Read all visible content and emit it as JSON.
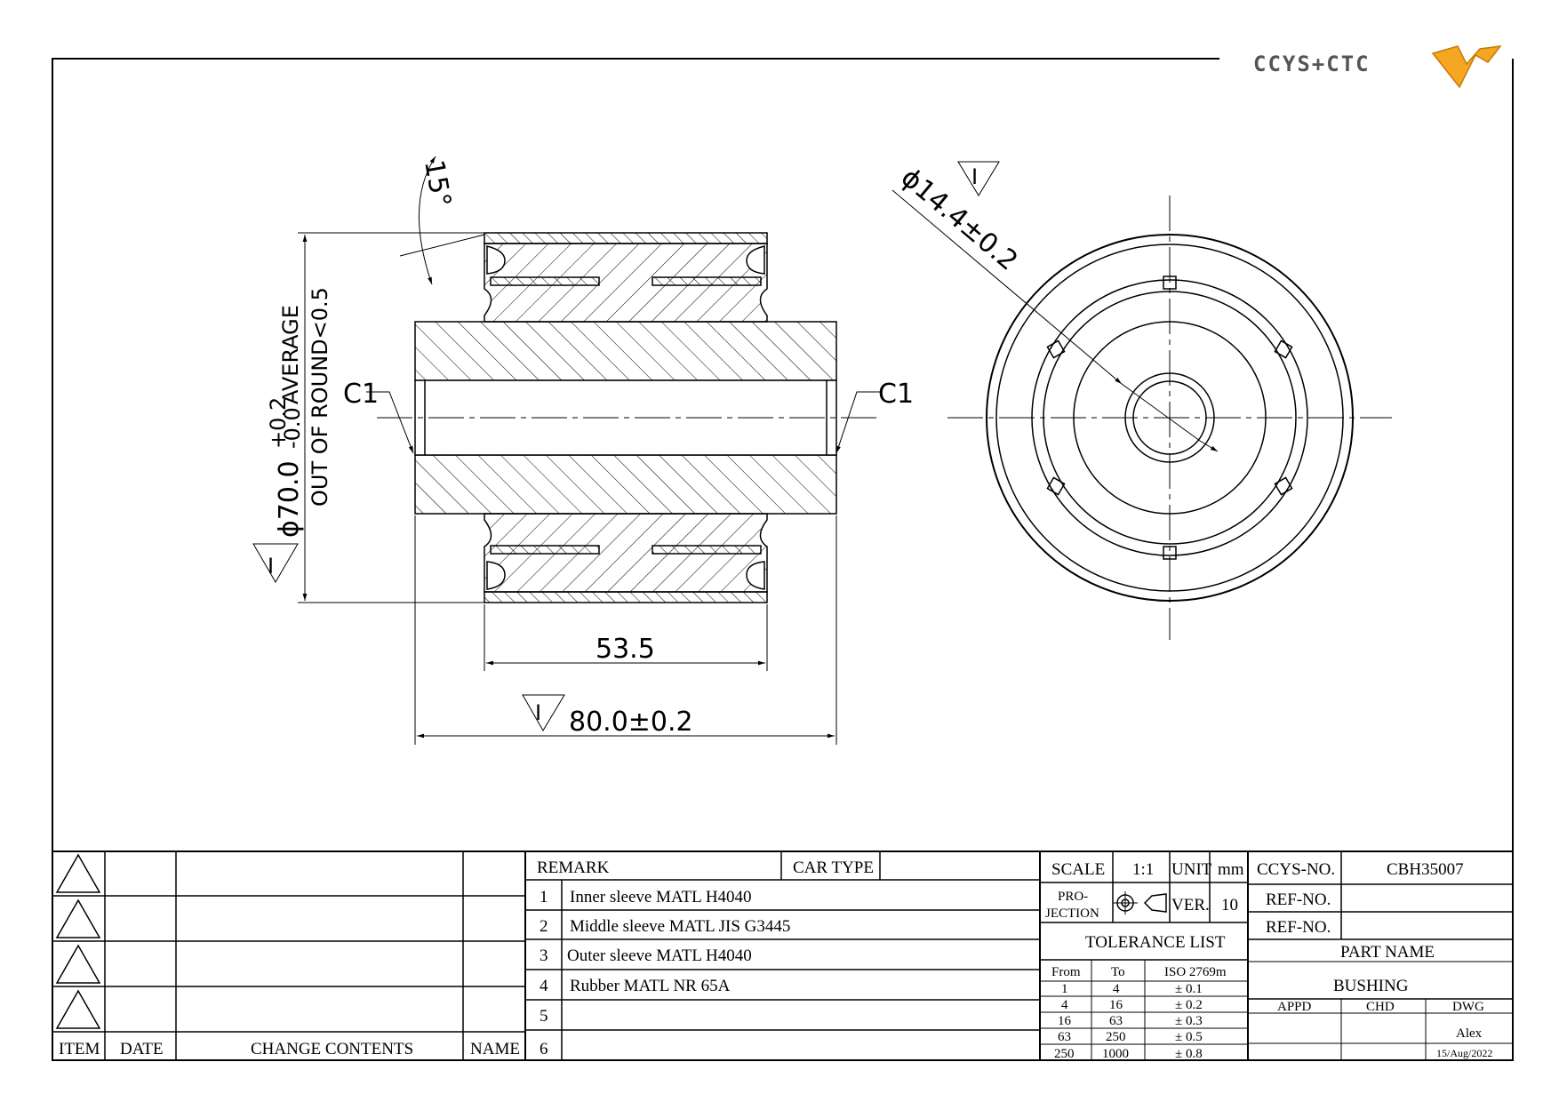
{
  "logo": {
    "text": "CCYS+CTC",
    "accent": "#f5a623"
  },
  "dimensions": {
    "chamfer_left": "C1",
    "chamfer_right": "C1",
    "width_inner": "53.5",
    "length_overall": "80.0±0.2",
    "diameter_outer": "ϕ70.0",
    "diameter_tol_plus": "+0.2",
    "diameter_tol_minus": "-0.0",
    "note_average": "AVERAGE",
    "note_round": "OUT OF ROUND<0.5",
    "angle": "15°",
    "diameter_bore": "ϕ14.4±0.2",
    "datum": "I"
  },
  "revision_block": {
    "headers": {
      "item": "ITEM",
      "date": "DATE",
      "change": "CHANGE CONTENTS",
      "name": "NAME"
    }
  },
  "remarks": {
    "header": "REMARK",
    "car_type": "CAR TYPE",
    "rows": [
      {
        "no": "1",
        "text": "Inner sleeve MATL H4040"
      },
      {
        "no": "2",
        "text": "Middle sleeve MATL JIS G3445"
      },
      {
        "no": "3",
        "text": "Outer sleeve MATL H4040"
      },
      {
        "no": "4",
        "text": "Rubber MATL NR 65A"
      },
      {
        "no": "5",
        "text": ""
      },
      {
        "no": "6",
        "text": ""
      }
    ]
  },
  "title_block": {
    "scale_label": "SCALE",
    "scale_value": "1:1",
    "unit_label": "UNIT",
    "unit_value": "mm",
    "projection_label_1": "PRO-",
    "projection_label_2": "JECTION",
    "ver_label": "VER.",
    "ver_value": "10",
    "tolerance_title": "TOLERANCE LIST",
    "tol_headers": {
      "from": "From",
      "to": "To",
      "iso": "ISO 2769m"
    },
    "tolerances": [
      {
        "from": "1",
        "to": "4",
        "tol": "± 0.1"
      },
      {
        "from": "4",
        "to": "16",
        "tol": "± 0.2"
      },
      {
        "from": "16",
        "to": "63",
        "tol": "± 0.3"
      },
      {
        "from": "63",
        "to": "250",
        "tol": "± 0.5"
      },
      {
        "from": "250",
        "to": "1000",
        "tol": "± 0.8"
      }
    ],
    "ccys_no_label": "CCYS-NO.",
    "ccys_no_value": "CBH35007",
    "ref_no_label_1": "REF-NO.",
    "ref_no_label_2": "REF-NO.",
    "part_name_label": "PART NAME",
    "part_name_value": "BUSHING",
    "appd": "APPD",
    "chd": "CHD",
    "dwg": "DWG",
    "dwg_name": "Alex",
    "dwg_date": "15/Aug/2022"
  }
}
